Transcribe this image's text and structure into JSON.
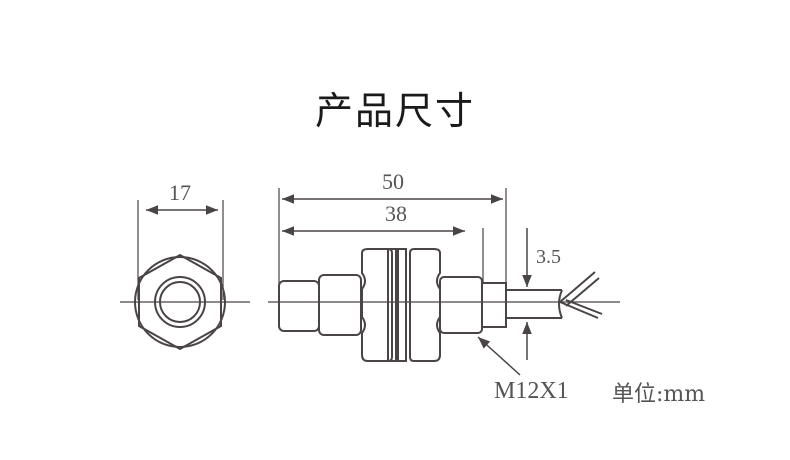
{
  "title": "产品尺寸",
  "dimensions": {
    "hex_width": "17",
    "total_length": "50",
    "body_length": "38",
    "cable_diameter": "3.5",
    "thread": "M12X1"
  },
  "unit_label": "单位:mm",
  "colors": {
    "line": "#4a4446",
    "text": "#444444"
  }
}
